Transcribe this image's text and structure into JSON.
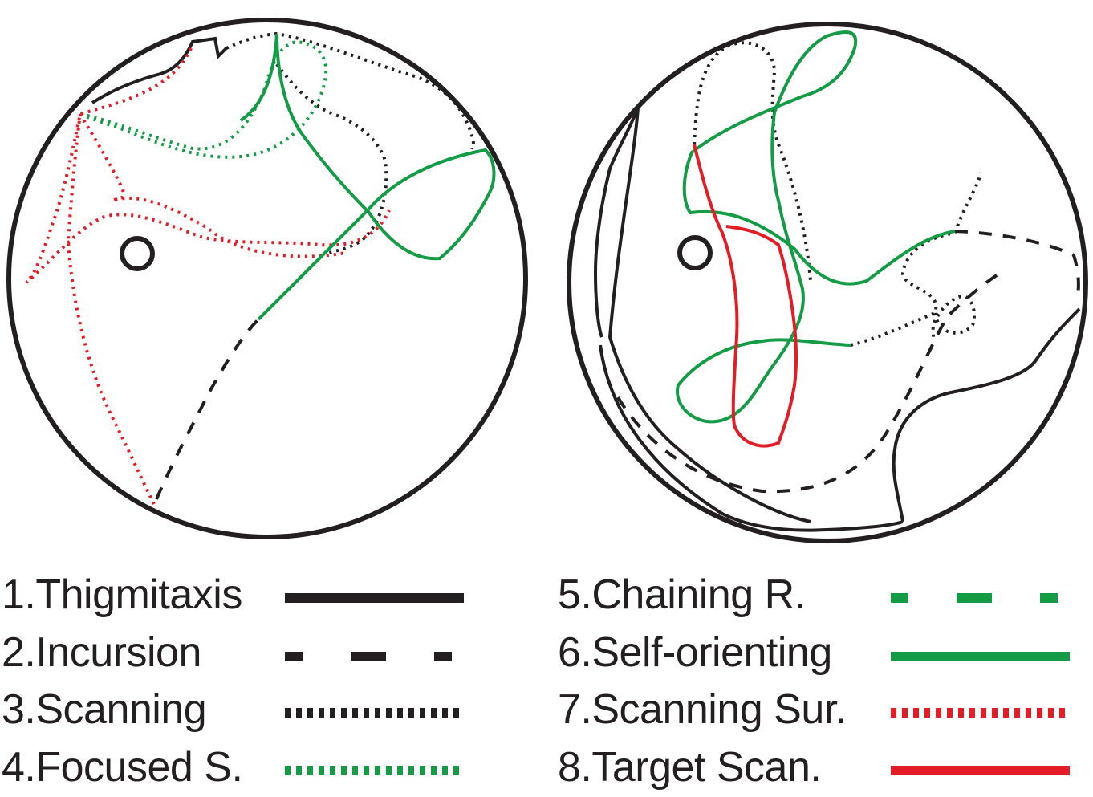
{
  "colors": {
    "black": "#231f20",
    "green": "#139c45",
    "red": "#e21d25"
  },
  "arenas": [
    {
      "name": "arena-left",
      "platform": "escape-platform"
    },
    {
      "name": "arena-right",
      "platform": "escape-platform"
    }
  ],
  "legend": {
    "items": [
      {
        "label": "1.Thigmitaxis",
        "color": "black",
        "style": "solid"
      },
      {
        "label": "2.Incursion",
        "color": "black",
        "style": "dashed"
      },
      {
        "label": "3.Scanning",
        "color": "black",
        "style": "dotted"
      },
      {
        "label": "4.Focused S.",
        "color": "green",
        "style": "dotted"
      },
      {
        "label": "5.Chaining R.",
        "color": "green",
        "style": "dashed"
      },
      {
        "label": "6.Self-orienting",
        "color": "green",
        "style": "solid"
      },
      {
        "label": "7.Scanning Sur.",
        "color": "red",
        "style": "dotted"
      },
      {
        "label": "8.Target Scan.",
        "color": "red",
        "style": "solid"
      }
    ]
  }
}
